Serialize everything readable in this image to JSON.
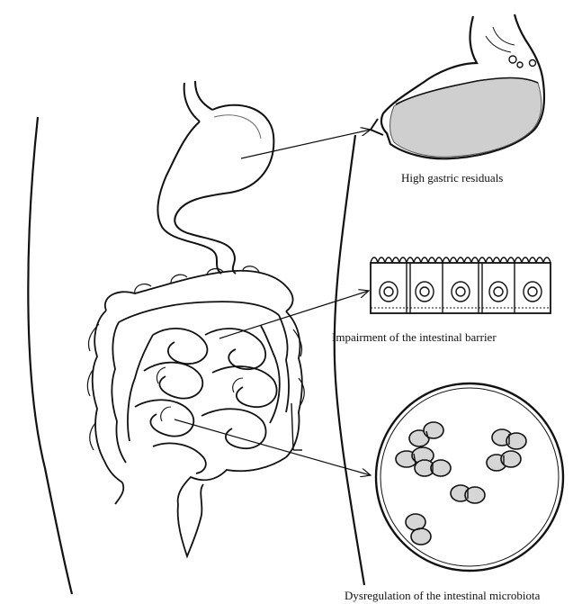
{
  "labels": {
    "gastric": "High gastric residuals",
    "barrier": "Impairment of the intestinal barrier",
    "microbiota": "Dysregulation of the intestinal microbiota"
  },
  "icons": {
    "stomach": "stomach-icon",
    "intestine": "intestine-icon",
    "epithelium": "epithelial-cells-icon",
    "bacteria": "bacteria-icon"
  },
  "colors": {
    "ink": "#111111",
    "shade": "#cfcfcf",
    "background": "#ffffff"
  }
}
